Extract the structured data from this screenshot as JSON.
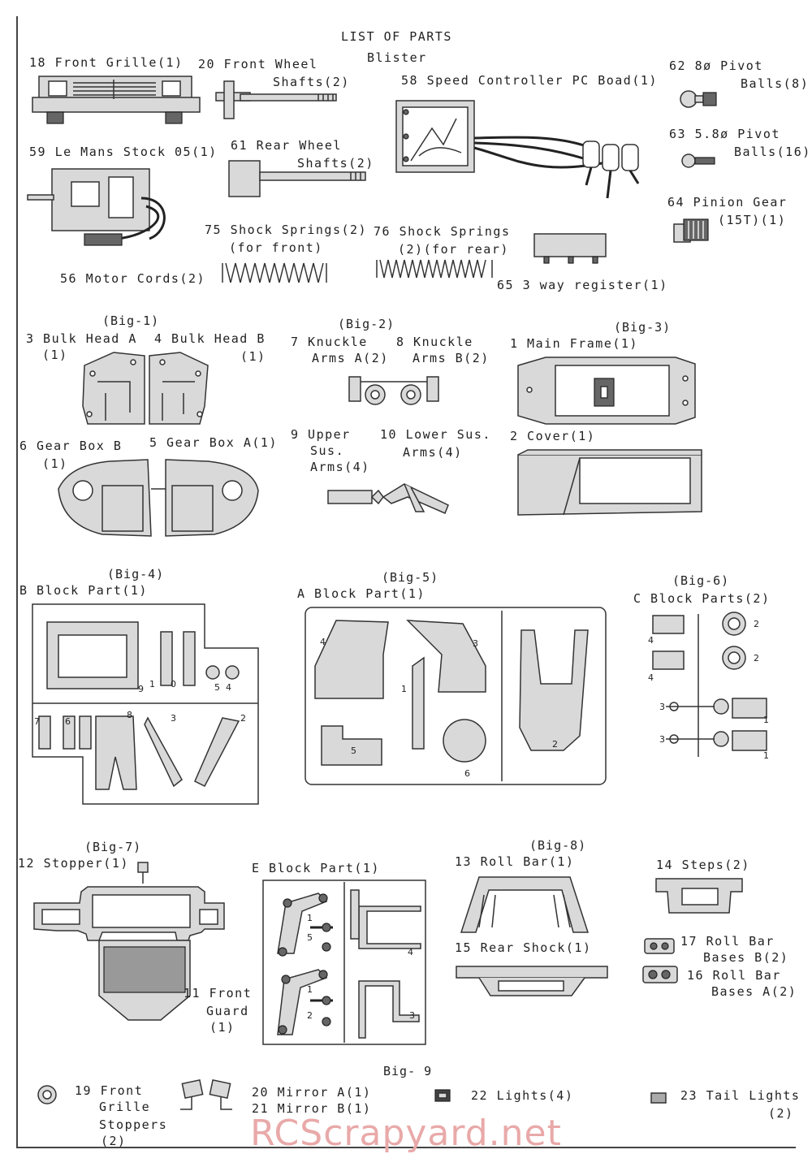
{
  "title": "LIST OF PARTS",
  "blister": "Blister",
  "parts": {
    "p18": "18 Front Grille(1)",
    "p20a": "20 Front Wheel",
    "p20b": "Shafts(2)",
    "p58": "58 Speed Controller PC Boad(1)",
    "p62a": "62 8ø Pivot",
    "p62b": "Balls(8)",
    "p63a": "63 5.8ø Pivot",
    "p63b": "Balls(16)",
    "p59": "59 Le Mans Stock 05(1)",
    "p61a": "61 Rear Wheel",
    "p61b": "Shafts(2)",
    "p64a": "64 Pinion Gear",
    "p64b": "(15T)(1)",
    "p75a": "75 Shock Springs(2)",
    "p75b": "(for front)",
    "p76a": "76 Shock Springs",
    "p76b": "(2)(for rear)",
    "p56": "56 Motor Cords(2)",
    "p65": "65 3 way register(1)",
    "p3a": "3 Bulk Head A",
    "p3b": "(1)",
    "p4a": "4 Bulk Head B",
    "p4b": "(1)",
    "p7a": "7 Knuckle",
    "p7b": "Arms A(2)",
    "p8a": "8 Knuckle",
    "p8b": "Arms B(2)",
    "p1": "1 Main Frame(1)",
    "p6a": "6 Gear Box B",
    "p6b": "(1)",
    "p5": "5 Gear Box A(1)",
    "p9a": "9 Upper",
    "p9b": "Sus.",
    "p9c": "Arms(4)",
    "p10a": "10 Lower Sus.",
    "p10b": "Arms(4)",
    "p2": "2 Cover(1)",
    "pB": "B Block Part(1)",
    "pA": "A Block Part(1)",
    "pC": "C Block Parts(2)",
    "p12": "12 Stopper(1)",
    "pE": "E Block Part(1)",
    "p13": "13 Roll Bar(1)",
    "p14": "14 Steps(2)",
    "p15": "15 Rear Shock(1)",
    "p17a": "17 Roll Bar",
    "p17b": "Bases B(2)",
    "p16a": "16 Roll Bar",
    "p16b": "Bases A(2)",
    "p11a": "11 Front",
    "p11b": "Guard",
    "p11c": "(1)",
    "p19a": "19 Front",
    "p19b": "Grille",
    "p19c": "Stoppers",
    "p19d": "(2)",
    "p20m": "20 Mirror A(1)",
    "p21m": "21 Mirror B(1)",
    "p22": "22 Lights(4)",
    "p23a": "23 Tail Lights",
    "p23b": "(2)"
  },
  "groups": {
    "big1": "(Big-1)",
    "big2": "(Big-2)",
    "big3": "(Big-3)",
    "big4": "(Big-4)",
    "big5": "(Big-5)",
    "big6": "(Big-6)",
    "big7": "(Big-7)",
    "big8": "(Big-8)",
    "big9": "Big- 9"
  },
  "watermark": "RCScrapyard.net"
}
